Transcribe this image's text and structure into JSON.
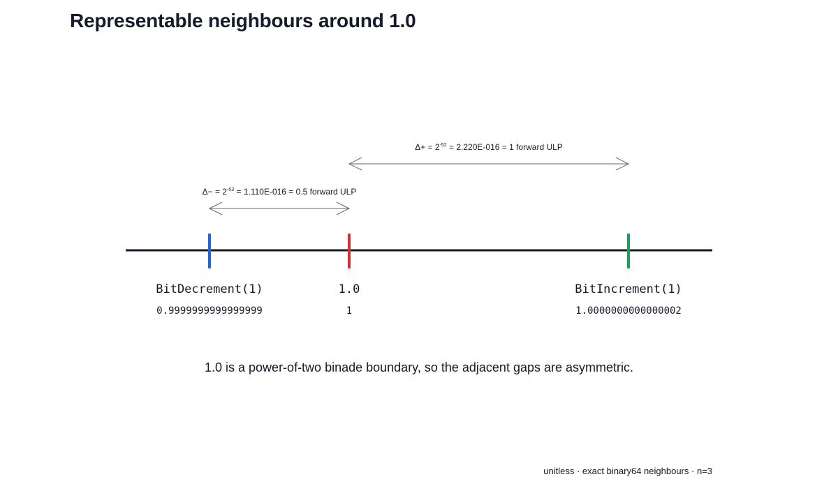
{
  "title": "Representable neighbours around 1.0",
  "caption": "1.0 is a power-of-two binade boundary, so the adjacent gaps are asymmetric.",
  "footnote": "unitless · exact binary64 neighbours · n=3",
  "colors": {
    "axis": "#151b2b",
    "decrement": "#2563d9",
    "center": "#d32f2f",
    "increment": "#1f9d55",
    "arrow": "#666666"
  },
  "points": [
    {
      "label": "BitDecrement(1)",
      "value": "0.9999999999999999"
    },
    {
      "label": "1.0",
      "value": "1"
    },
    {
      "label": "BitIncrement(1)",
      "value": "1.0000000000000002"
    }
  ],
  "gaps": {
    "minus": {
      "symbol": "Δ− = 2",
      "exponent": "-53",
      "text": " = 1.110E-016 = 0.5 forward ULP"
    },
    "plus": {
      "symbol": "Δ+ = 2",
      "exponent": "-52",
      "text": " = 2.220E-016 = 1 forward ULP"
    }
  }
}
